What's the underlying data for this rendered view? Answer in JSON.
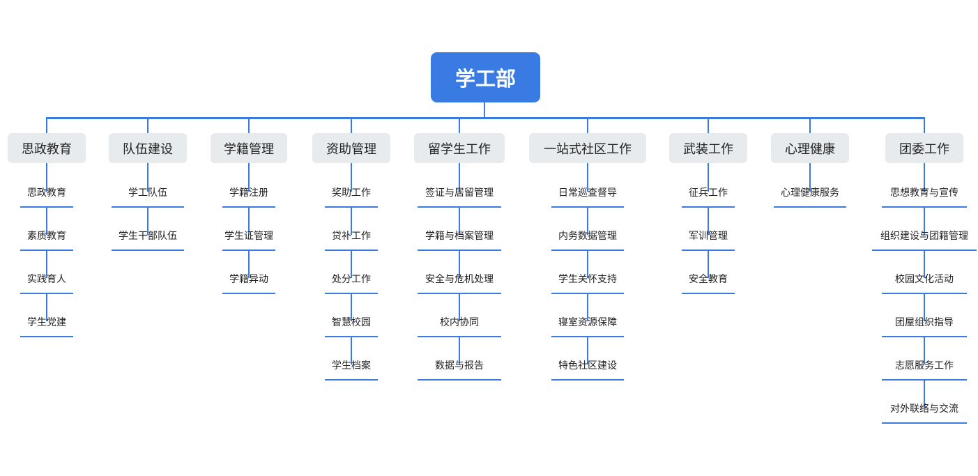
{
  "root": {
    "label": "学工部"
  },
  "branches": [
    {
      "label": "思政教育",
      "children": [
        "思政教育",
        "素质教育",
        "实践育人",
        "学生党建"
      ]
    },
    {
      "label": "队伍建设",
      "children": [
        "学工队伍",
        "学生干部队伍"
      ]
    },
    {
      "label": "学籍管理",
      "children": [
        "学籍注册",
        "学生证管理",
        "学籍异动"
      ]
    },
    {
      "label": "资助管理",
      "children": [
        "奖助工作",
        "贷补工作",
        "处分工作",
        "智慧校园",
        "学生档案"
      ]
    },
    {
      "label": "留学生工作",
      "children": [
        "签证与居留管理",
        "学籍与档案管理",
        "安全与危机处理",
        "校内协同",
        "数据与报告"
      ]
    },
    {
      "label": "一站式社区工作",
      "children": [
        "日常巡查督导",
        "内务数据管理",
        "学生关怀支持",
        "寝室资源保障",
        "特色社区建设"
      ]
    },
    {
      "label": "武装工作",
      "children": [
        "征兵工作",
        "军训管理",
        "安全教育"
      ]
    },
    {
      "label": "心理健康",
      "children": [
        "心理健康服务"
      ]
    },
    {
      "label": "团委工作",
      "children": [
        "思想教育与宣传",
        "组织建设与团籍管理",
        "校园文化活动",
        "团屋组织指导",
        "志愿服务工作",
        "对外联络与交流"
      ]
    }
  ],
  "colors": {
    "accent": "#3a7be3",
    "branch_bg": "#e8ebee",
    "text": "#222222"
  }
}
